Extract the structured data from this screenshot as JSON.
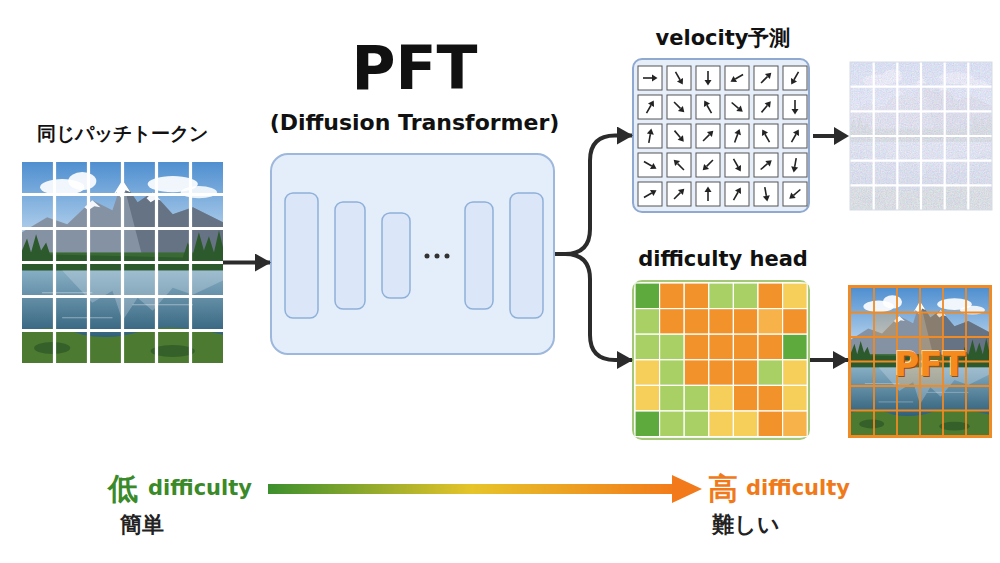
{
  "diagram": {
    "nodes": [
      {
        "text": [
          "同じパッチトークン"
        ]
      },
      {
        "text": [
          "PFT",
          "(Diffusion Transformer)"
        ]
      },
      {
        "text": [
          "velocity予測"
        ]
      },
      {
        "text": [
          "difficulty head"
        ]
      },
      {
        "text": [
          "PFT"
        ]
      }
    ],
    "edges": [
      {
        "from": 0,
        "to": 1,
        "arrow": "to"
      },
      {
        "from": 1,
        "to": 2,
        "arrow": "to"
      },
      {
        "from": 1,
        "to": 3,
        "arrow": "to"
      },
      {
        "from": 3,
        "to": 4,
        "arrow": "to"
      }
    ],
    "labels": [
      "低",
      "difficulty",
      "簡単",
      "高",
      "difficulty",
      "難しい"
    ]
  }
}
